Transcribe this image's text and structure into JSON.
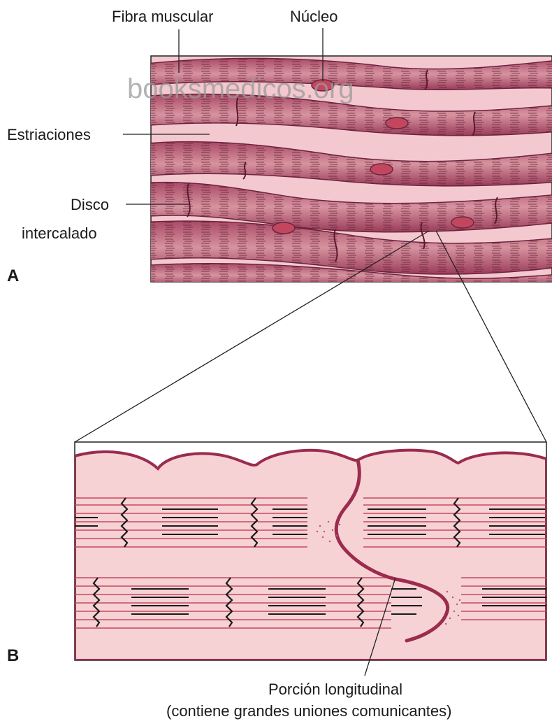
{
  "labels": {
    "fibra_muscular": "Fibra muscular",
    "nucleo": "Núcleo",
    "estriaciones": "Estriaciones",
    "disco_line1": "Disco",
    "disco_line2": "intercalado",
    "porcion_line1": "Porción longitudinal",
    "porcion_line2": "(contiene grandes uniones comunicantes)"
  },
  "panels": {
    "a": "A",
    "b": "B"
  },
  "watermark": "booksmedicos.org",
  "colors": {
    "background_tissue": "#f3c9cf",
    "fiber_fill": "#c97b8c",
    "fiber_dark": "#8e3552",
    "nucleus": "#c2475e",
    "membrane": "#9b2c4e",
    "panel_b_fill": "#f6d2d5",
    "filament_red": "#c8485e",
    "filament_black": "#1a1a1a"
  }
}
